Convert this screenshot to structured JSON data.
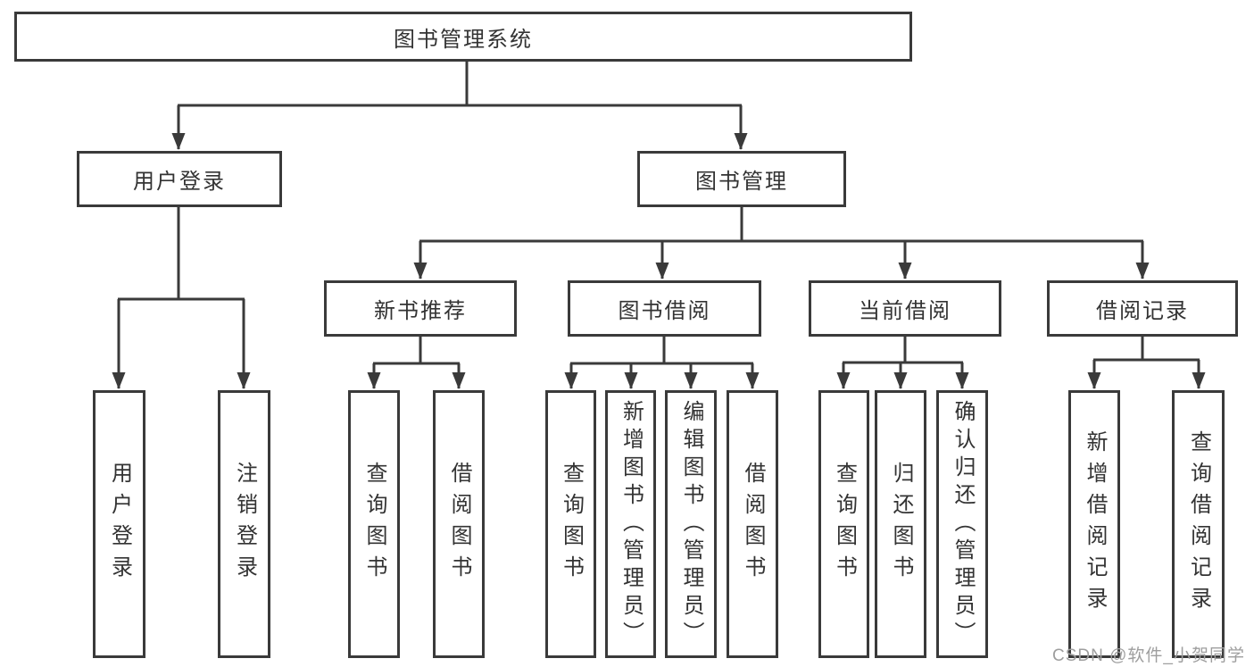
{
  "watermark": "CSDN @软件_小贺同学",
  "colors": {
    "line": "#3a3a3a",
    "box_border": "#3a3a3a",
    "text": "#333333",
    "watermark": "#9e9e9e",
    "background": "#ffffff"
  },
  "tree": {
    "root": "图书管理系统",
    "branches": [
      {
        "label": "用户登录",
        "children": [
          "用户登录",
          "注销登录"
        ]
      },
      {
        "label": "图书管理",
        "groups": [
          {
            "label": "新书推荐",
            "children": [
              "查询图书",
              "借阅图书"
            ]
          },
          {
            "label": "图书借阅",
            "children": [
              "查询图书",
              "新增图书（管理员）",
              "编辑图书（管理员）",
              "借阅图书"
            ]
          },
          {
            "label": "当前借阅",
            "children": [
              "查询图书",
              "归还图书",
              "确认归还（管理员）"
            ]
          },
          {
            "label": "借阅记录",
            "children": [
              "新增借阅记录",
              "查询借阅记录"
            ]
          }
        ]
      }
    ]
  }
}
